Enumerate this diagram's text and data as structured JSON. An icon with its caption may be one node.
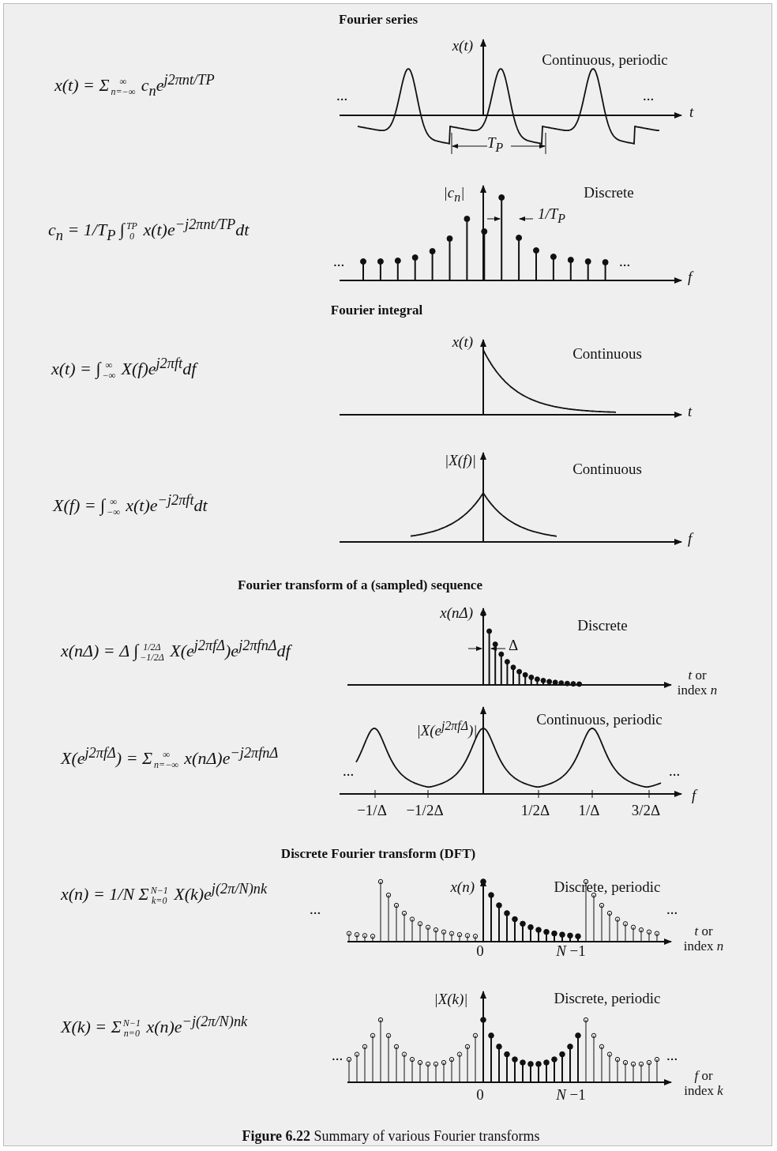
{
  "diagram": {
    "caption": "**Figure 6.22** Summary of various Fourier transforms",
    "labels": [
      "Fourier series",
      "x(t) = Σ$_{n=−∞}$$^{∞}$ c$_{n}$e$^{j2πnt/TP}$",
      "x(t)",
      "Continuous, periodic",
      "...",
      "...",
      "t",
      "T$_{P}$",
      "c$_{n}$ = 1/T$_{P}$ ∫$_{0}$$^{TP}$ x(t)e$^{−j2πnt/TP}$dt",
      "|c$_{n}$|",
      "Discrete",
      "1/T$_{P}$",
      "...",
      "...",
      "f",
      "Fourier integral",
      "x(t) = ∫$_{−∞}$$^{∞}$ X(f)e$^{j2πft}$df",
      "x(t)",
      "Continuous",
      "t",
      "X(f) = ∫$_{−∞}$$^{∞}$ x(t)e$^{−j2πft}$dt",
      "|X(f)|",
      "Continuous",
      "f",
      "Fourier transform of a (sampled) sequence",
      "x(nΔ) = Δ ∫$_{−1/2Δ}$$^{1/2Δ}$ X(e$^{j2πfΔ}$)e$^{j2πfnΔ}$df",
      "x(nΔ)",
      "Discrete",
      "Δ",
      "*t* or index *n*",
      "X(e$^{j2πfΔ}$) = Σ$_{n=−∞}$$^{∞}$ x(nΔ)e$^{−j2πfnΔ}$",
      "|X(e$^{j2πfΔ}$)|",
      "Continuous, periodic",
      "...",
      "...",
      "f",
      "−1/Δ",
      "−1/2Δ",
      "1/2Δ",
      "1/Δ",
      "3/2Δ",
      "Discrete Fourier transform (DFT)",
      "x(n) = 1/N Σ$_{k=0}$$^{N−1}$ X(k)e$^{j(2π/N)nk}$",
      "x(n)",
      "Discrete, periodic",
      "...",
      "...",
      "0",
      "*N* −1",
      "*t* or index *n*",
      "X(k) = Σ$_{n=0}$$^{N−1}$ x(n)e$^{−j(2π/N)nk}$",
      "|X(k)|",
      "Discrete, periodic",
      "...",
      "...",
      "0",
      "*N* −1",
      "*f* or index *k*"
    ]
  }
}
